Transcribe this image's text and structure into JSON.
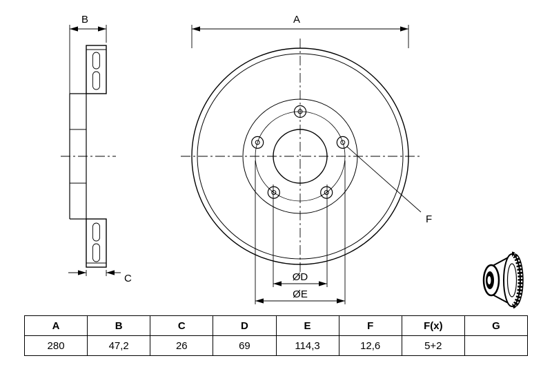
{
  "drawing": {
    "dim_a": "A",
    "dim_b": "B",
    "dim_c": "C",
    "dim_d": "ØD",
    "dim_e": "ØE",
    "dim_f": "F"
  },
  "table": {
    "headers": [
      "A",
      "B",
      "C",
      "D",
      "E",
      "F",
      "F(x)",
      "G"
    ],
    "values": [
      "280",
      "47,2",
      "26",
      "69",
      "114,3",
      "12,6",
      "5+2",
      ""
    ]
  },
  "colors": {
    "line": "#000000",
    "background": "#ffffff"
  }
}
